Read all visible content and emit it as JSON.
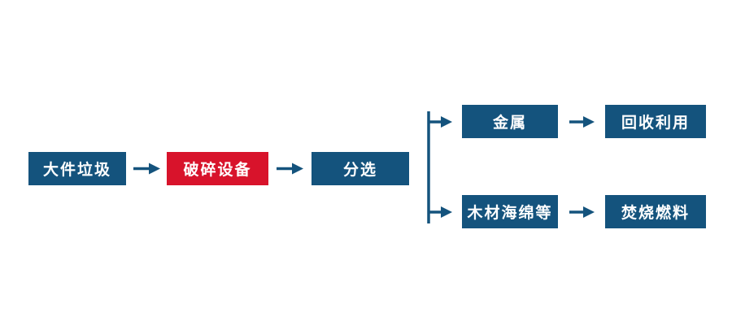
{
  "diagram": {
    "colors": {
      "primary": "#14537d",
      "accent": "#d8132b",
      "text": "#ffffff",
      "background": "#ffffff"
    },
    "nodes": [
      {
        "id": "bulky-waste",
        "label": "大件垃圾",
        "variant": "primary"
      },
      {
        "id": "crushing-equipment",
        "label": "破碎设备",
        "variant": "accent"
      },
      {
        "id": "sorting",
        "label": "分选",
        "variant": "primary"
      },
      {
        "id": "metal",
        "label": "金属",
        "variant": "primary"
      },
      {
        "id": "recycling-reuse",
        "label": "回收利用",
        "variant": "primary"
      },
      {
        "id": "wood-sponge-etc",
        "label": "木材海绵等",
        "variant": "primary"
      },
      {
        "id": "incineration-fuel",
        "label": "焚烧燃料",
        "variant": "primary"
      }
    ],
    "edges": [
      {
        "from": "bulky-waste",
        "to": "crushing-equipment"
      },
      {
        "from": "crushing-equipment",
        "to": "sorting"
      },
      {
        "from": "sorting",
        "to": "metal"
      },
      {
        "from": "sorting",
        "to": "wood-sponge-etc"
      },
      {
        "from": "metal",
        "to": "recycling-reuse"
      },
      {
        "from": "wood-sponge-etc",
        "to": "incineration-fuel"
      }
    ]
  }
}
